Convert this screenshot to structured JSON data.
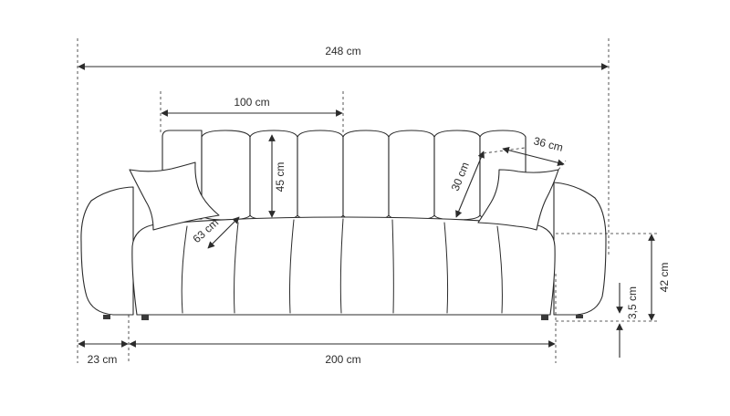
{
  "diagram": {
    "subject": "sofa-front-view-dimensions",
    "line_color": "#2b2b2b",
    "dimensions": {
      "overall_width": "248 cm",
      "back_cushion_width": "100 cm",
      "back_cushion_height": "45 cm",
      "pillow_width": "36 cm",
      "pillow_height": "30 cm",
      "seat_depth": "63 cm",
      "seat_height": "42 cm",
      "leg_height": "3,5 cm",
      "armrest_width": "23 cm",
      "seat_width": "200 cm"
    }
  }
}
